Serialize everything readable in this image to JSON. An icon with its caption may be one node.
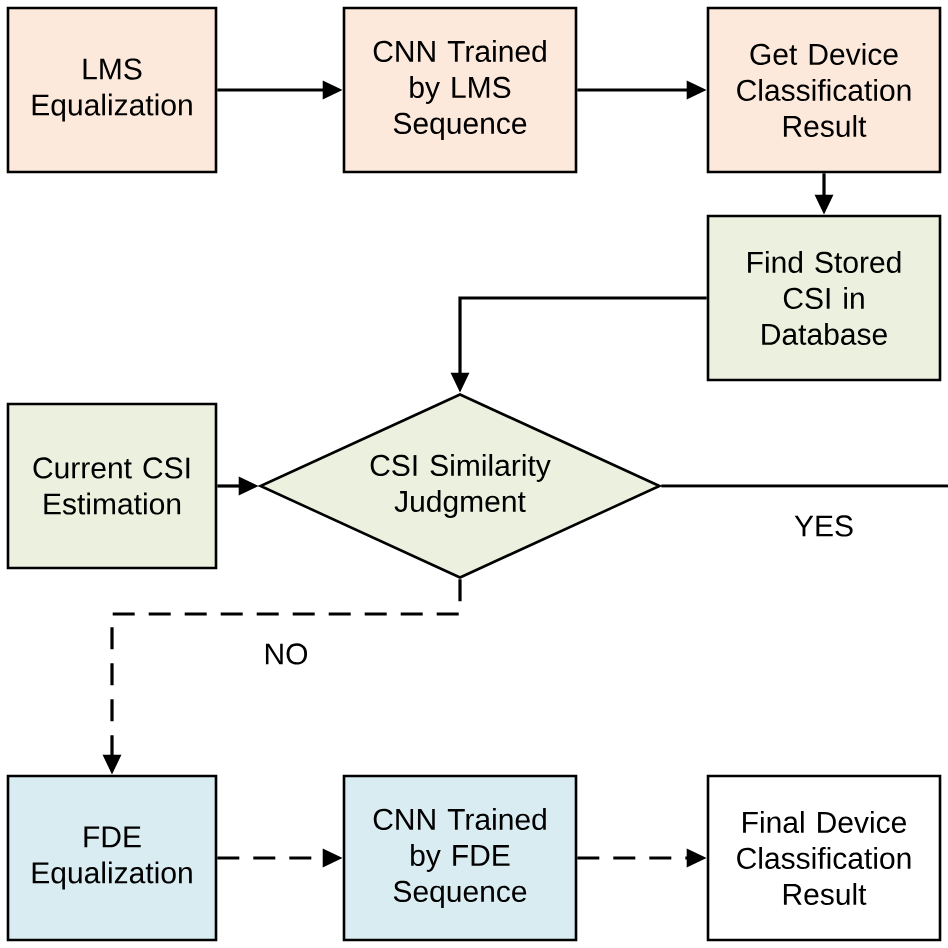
{
  "diagram": {
    "nodes": [
      {
        "text": [
          "LMS Equalization"
        ]
      },
      {
        "text": [
          "CNN Trained by LMS Sequence"
        ]
      },
      {
        "text": [
          "Get Device Classification Result"
        ]
      },
      {
        "text": [
          "Find Stored CSI in Database"
        ]
      },
      {
        "text": [
          "Current CSI Estimation"
        ]
      },
      {
        "text": [
          "CSI Similarity Judgment"
        ]
      },
      {
        "text": [
          "FDE Equalization"
        ]
      },
      {
        "text": [
          "CNN Trained by FDE Sequence"
        ]
      },
      {
        "text": [
          "Final Device Classification Result"
        ]
      }
    ],
    "edges": [
      {
        "from": 0,
        "to": 1,
        "arrow": "to"
      },
      {
        "from": 1,
        "to": 2,
        "arrow": "to"
      },
      {
        "from": 2,
        "to": 3,
        "arrow": "to"
      },
      {
        "from": 3,
        "to": 5,
        "arrow": "to"
      },
      {
        "from": 4,
        "to": 5,
        "arrow": "to"
      },
      {
        "from": 5,
        "to": null,
        "arrow": "none",
        "label": "YES"
      },
      {
        "from": 5,
        "to": 6,
        "arrow": "to",
        "label": "NO",
        "style": "dashed"
      },
      {
        "from": 6,
        "to": 7,
        "arrow": "to",
        "style": "dashed"
      },
      {
        "from": 7,
        "to": 8,
        "arrow": "to",
        "style": "dashed"
      }
    ]
  }
}
